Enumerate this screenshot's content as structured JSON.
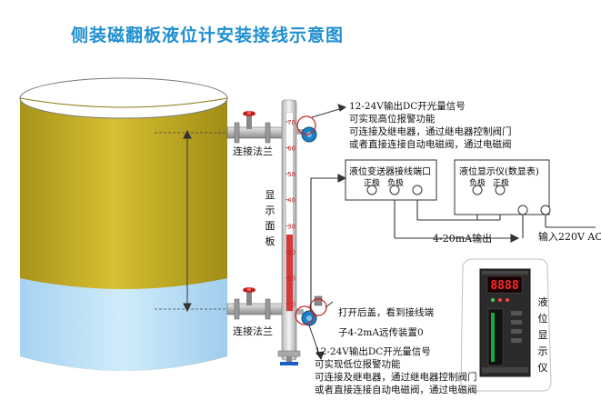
{
  "title": "侧装磁翻板液位计安装接线示意图",
  "flange_top_label": "连接法兰",
  "flange_bottom_label": "连接法兰",
  "display_panel_label": "显示面板",
  "scale_marks": [
    "70",
    "60",
    "50",
    "40",
    "30",
    "20",
    "10",
    "0"
  ],
  "top_note": [
    "12-24V输出DC开光量信号",
    "可实现高位报警功能",
    "可连接及继电器，通过继电器控制阀门",
    "或者直接连接自动电磁阀，通过电磁阀"
  ],
  "bottom_note": [
    "12-24V输出DC开光量信号",
    "可实现低位报警功能",
    "可连接及继电器，通过继电器控制阀门",
    "或者直接连接自动电磁阀，通过电磁阀"
  ],
  "transmitter_box": {
    "title": "液位变送器接线端口",
    "pos_label": "正极",
    "neg_label": "负极"
  },
  "display_box": {
    "title": "液位显示仪(数显表)",
    "neg_label": "负极",
    "pos_label": "正极"
  },
  "signal_label": "4-20mA输出",
  "power_label": "输入220V AC",
  "open_cover_note": [
    "打开后盖，看到接线端",
    "子4-2mA远传装置0"
  ],
  "meter_label": "液位显示仪",
  "meter_reading": "8888",
  "colors": {
    "tank_liquid": "#c9b022",
    "tank_water": "#b8dcf5",
    "title": "#1f8fd0",
    "signal_line": "#333333"
  }
}
